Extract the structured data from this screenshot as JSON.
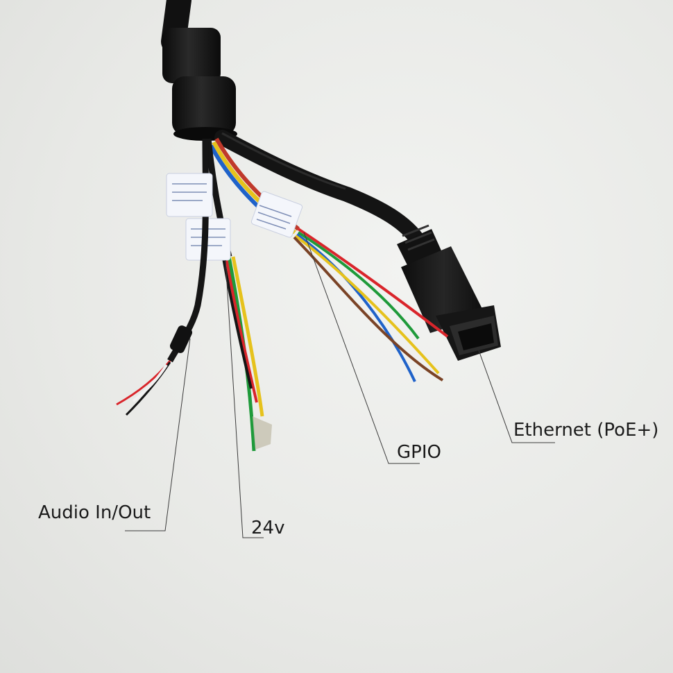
{
  "labels": {
    "audio": "Audio In/Out",
    "power": "24v",
    "gpio": "GPIO",
    "ethernet": "Ethernet (PoE+)"
  },
  "colors": {
    "background": "#ebece9",
    "cable_jacket": "#151515",
    "leader_line": "#3a3a3a",
    "wire_red": "#d9252b",
    "wire_green": "#1f9a3a",
    "wire_yellow": "#e6c21c",
    "wire_blue": "#1f62c9",
    "wire_brown": "#7a4326"
  }
}
